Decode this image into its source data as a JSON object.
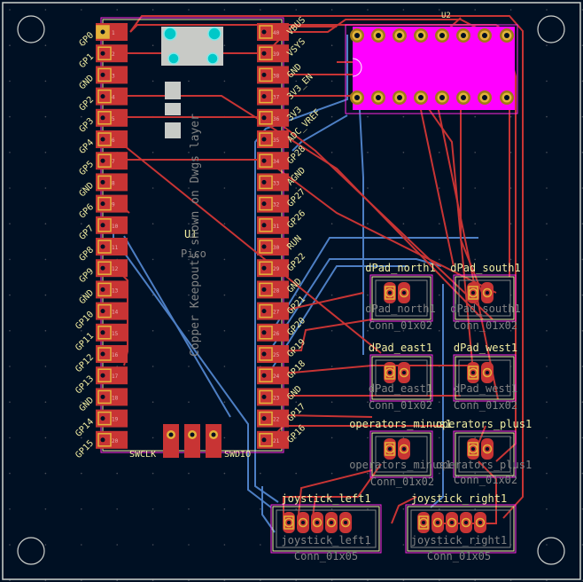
{
  "colors": {
    "background": "#001023",
    "edge": "#d0d2cd",
    "pad": "#c83434",
    "pad_hole": "#e2b33a",
    "trace_front": "#c83434",
    "trace_back": "#4d7fc4",
    "silk": "#f2eda1",
    "fab": "#848484",
    "courtyard": "#ff26e2",
    "u2_body": "#ff00ff"
  },
  "pico": {
    "left_pins": [
      "GP0",
      "GP1",
      "GND",
      "GP2",
      "GP3",
      "GP4",
      "GP5",
      "GND",
      "GP6",
      "GP7",
      "GP8",
      "GP9",
      "GND",
      "GP10",
      "GP11",
      "GP12",
      "GP13",
      "GND",
      "GP14",
      "GP15"
    ],
    "right_pins": [
      "VBUS",
      "VSYS",
      "GND",
      "3V3_EN",
      "3V3",
      "ADC_VREF",
      "GP28",
      "AGND",
      "GP27",
      "GP26",
      "RUN",
      "GP22",
      "GND",
      "GP21",
      "GP20",
      "GP19",
      "GP18",
      "GND",
      "GP17",
      "GP16"
    ],
    "ref": "U1",
    "value": "Pico",
    "keepout_note": "Copper Keepouts shown on Dwgs layer",
    "swclk": "SWCLK",
    "swdio": "SWDIO"
  },
  "u2": {
    "ref": "U2"
  },
  "connectors": [
    {
      "id": "dpad-north",
      "ref": "dPad_north1",
      "value": "Conn_01x02"
    },
    {
      "id": "dpad-south",
      "ref": "dPad_south1",
      "value": "Conn_01x02"
    },
    {
      "id": "dpad-east",
      "ref": "dPad_east1",
      "value": "Conn_01x02"
    },
    {
      "id": "dpad-west",
      "ref": "dPad_west1",
      "value": "Conn_01x02"
    },
    {
      "id": "operators-minus",
      "ref": "operators_minus1",
      "value": "Conn_01x02"
    },
    {
      "id": "operators-plus",
      "ref": "operators_plus1",
      "value": "Conn_01x02"
    },
    {
      "id": "joystick-left",
      "ref": "joystick_left1",
      "value": "Conn_01x05"
    },
    {
      "id": "joystick-right",
      "ref": "joystick_right1",
      "value": "Conn_01x05"
    }
  ]
}
